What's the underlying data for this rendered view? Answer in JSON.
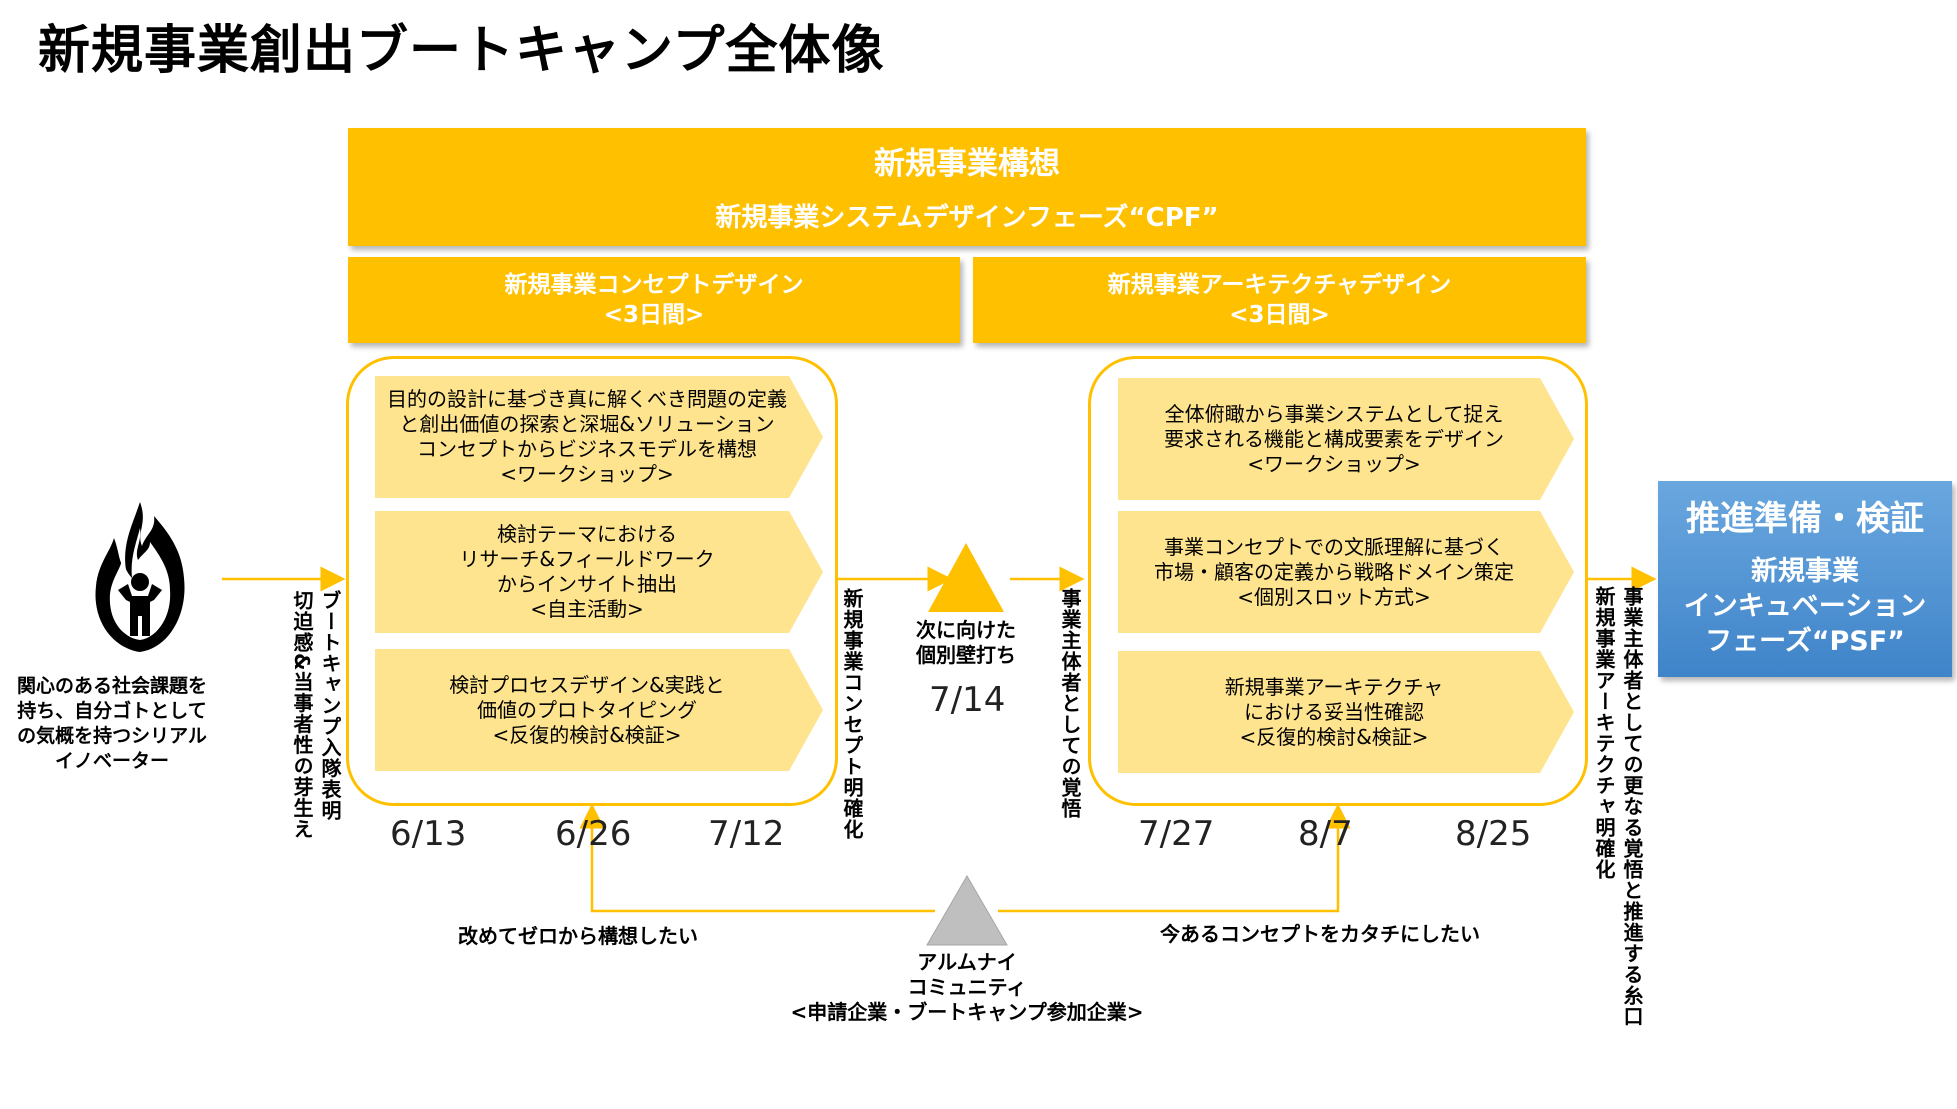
{
  "title": "新規事業創出ブートキャンプ全体像",
  "header": {
    "main_line1": "新規事業構想",
    "main_line2": "新規事業システムデザインフェーズ“CPF”"
  },
  "phases": [
    {
      "title": "新規事業コンセプトデザイン",
      "duration": "<3日間>"
    },
    {
      "title": "新規事業アーキテクチャデザイン",
      "duration": "<3日間>"
    }
  ],
  "concept_steps": [
    {
      "lines": [
        "目的の設計に基づき真に解くべき問題の定義",
        "と創出価値の探索と深堀&ソリューション",
        "コンセプトからビジネスモデルを構想",
        "<ワークショップ>"
      ]
    },
    {
      "lines": [
        "検討テーマにおける",
        "リサーチ&フィールドワーク",
        "からインサイト抽出",
        "<自主活動>"
      ]
    },
    {
      "lines": [
        "検討プロセスデザイン&実践と",
        "価値のプロトタイピング",
        "<反復的検討&検証>"
      ]
    }
  ],
  "architecture_steps": [
    {
      "lines": [
        "全体俯瞰から事業システムとして捉え",
        "要求される機能と構成要素をデザイン",
        "<ワークショップ>"
      ]
    },
    {
      "lines": [
        "事業コンセプトでの文脈理解に基づく",
        "市場・顧客の定義から戦略ドメイン策定",
        "<個別スロット方式>"
      ]
    },
    {
      "lines": [
        "新規事業アーキテクチャ",
        "における妥当性確認",
        "<反復的検討&検証>"
      ]
    }
  ],
  "persona": {
    "text": "関心のある社会課題を持ち、自分ゴトとしての気概を持つシリアルイノベーター",
    "icon": "person-in-flame-icon"
  },
  "milestones": {
    "entry_declaration": "ブートキャンプ入隊表明",
    "entry_sense": "切迫感&当事者性の芽生え",
    "concept_clarified": "新規事業コンセプト明確化",
    "wall_meeting_line1": "次に向けた",
    "wall_meeting_line2": "個別壁打ち",
    "owner_resolve": "事業主体者としての覚悟",
    "architecture_clarified": "新規事業アーキテクチャ明確化",
    "further_resolve": "事業主体者としての更なる覚悟と推進する糸口"
  },
  "dates": {
    "d1": "6/13",
    "d2": "6/26",
    "d3": "7/12",
    "d4": "7/14",
    "d5": "7/27",
    "d6": "8/7",
    "d7": "8/25"
  },
  "alumni": {
    "line1": "アルムナイ",
    "line2": "コミュニティ",
    "line3": "<申請企業・ブートキャンプ参加企業>",
    "left_note": "改めてゼロから構想したい",
    "right_note": "今あるコンセプトをカタチにしたい"
  },
  "psf": {
    "heading": "推進準備・検証",
    "line1": "新規事業",
    "line2": "インキュベーション",
    "line3": "フェーズ“PSF”"
  },
  "colors": {
    "accent": "#FFC000",
    "chevron_fill": "#FFE48F",
    "psf_blue": "#5B9BD5",
    "alumni_gray": "#BFBFBF"
  }
}
